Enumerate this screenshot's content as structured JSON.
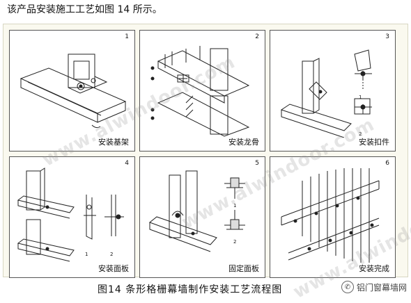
{
  "intro_text": "该产品安装施工工艺如图 14 所示。",
  "panels": [
    {
      "number": "1",
      "caption": "安装基架"
    },
    {
      "number": "2",
      "caption": "安装龙骨"
    },
    {
      "number": "3",
      "caption": "安装扣件"
    },
    {
      "number": "4",
      "caption": "安装面板"
    },
    {
      "number": "5",
      "caption": "固定面板"
    },
    {
      "number": "6",
      "caption": "安装完成"
    }
  ],
  "sub_labels": {
    "p3a": "1",
    "p3b": "2",
    "p4a": "1",
    "p4b": "2",
    "p5a": "1",
    "p5b": "2"
  },
  "figure_caption": "图14   条形格栅幕墙制作安装工艺流程图",
  "watermark_text": "www.alwindoor.com",
  "badge_text": "铝门窗幕墙网",
  "badge_icon": "wechat-icon"
}
